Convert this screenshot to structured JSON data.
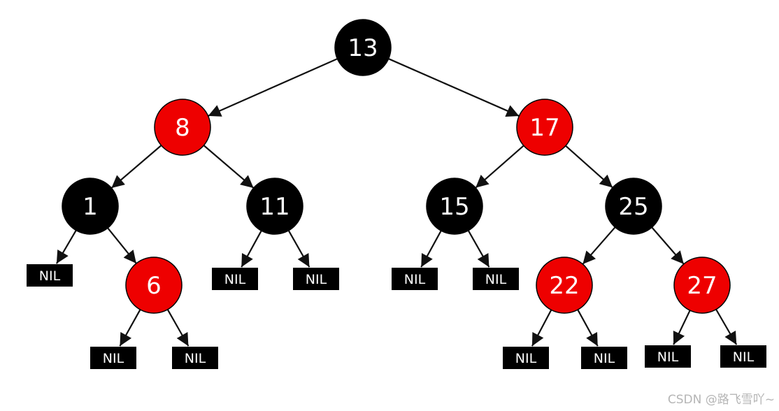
{
  "colors": {
    "red": "#ee0000",
    "black": "#000000",
    "edge": "#111111",
    "label": "#ffffff"
  },
  "nodes": [
    {
      "id": "n13",
      "label": "13",
      "color": "black"
    },
    {
      "id": "n8",
      "label": "8",
      "color": "red"
    },
    {
      "id": "n17",
      "label": "17",
      "color": "red"
    },
    {
      "id": "n1",
      "label": "1",
      "color": "black"
    },
    {
      "id": "n11",
      "label": "11",
      "color": "black"
    },
    {
      "id": "n15",
      "label": "15",
      "color": "black"
    },
    {
      "id": "n25",
      "label": "25",
      "color": "black"
    },
    {
      "id": "n6",
      "label": "6",
      "color": "red"
    },
    {
      "id": "n22",
      "label": "22",
      "color": "red"
    },
    {
      "id": "n27",
      "label": "27",
      "color": "red"
    }
  ],
  "nil_leaves": [
    {
      "id": "nil1",
      "label": "NIL"
    },
    {
      "id": "nil2",
      "label": "NIL"
    },
    {
      "id": "nil3",
      "label": "NIL"
    },
    {
      "id": "nil4",
      "label": "NIL"
    },
    {
      "id": "nil5",
      "label": "NIL"
    },
    {
      "id": "nil6",
      "label": "NIL"
    },
    {
      "id": "nil7",
      "label": "NIL"
    },
    {
      "id": "nil8",
      "label": "NIL"
    },
    {
      "id": "nil9",
      "label": "NIL"
    },
    {
      "id": "nil10",
      "label": "NIL"
    },
    {
      "id": "nil11",
      "label": "NIL"
    }
  ],
  "edges": [
    {
      "from": "n13",
      "to": "n8"
    },
    {
      "from": "n13",
      "to": "n17"
    },
    {
      "from": "n8",
      "to": "n1"
    },
    {
      "from": "n8",
      "to": "n11"
    },
    {
      "from": "n17",
      "to": "n15"
    },
    {
      "from": "n17",
      "to": "n25"
    },
    {
      "from": "n1",
      "to": "nil1"
    },
    {
      "from": "n1",
      "to": "n6"
    },
    {
      "from": "n6",
      "to": "nil2"
    },
    {
      "from": "n6",
      "to": "nil3"
    },
    {
      "from": "n11",
      "to": "nil4"
    },
    {
      "from": "n11",
      "to": "nil5"
    },
    {
      "from": "n15",
      "to": "nil6"
    },
    {
      "from": "n15",
      "to": "nil7"
    },
    {
      "from": "n25",
      "to": "n22"
    },
    {
      "from": "n25",
      "to": "n27"
    },
    {
      "from": "n22",
      "to": "nil8"
    },
    {
      "from": "n22",
      "to": "nil9"
    },
    {
      "from": "n27",
      "to": "nil10"
    },
    {
      "from": "n27",
      "to": "nil11"
    }
  ],
  "watermark": "CSDN @路飞雪吖~"
}
